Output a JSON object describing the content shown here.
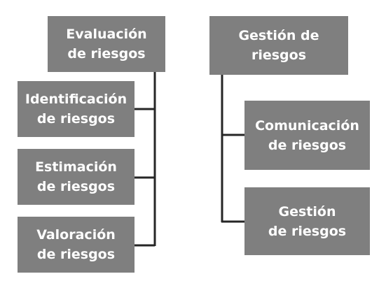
{
  "colors": {
    "box_fill": "#7f7f7f",
    "text": "#ffffff",
    "connector": "#262626"
  },
  "diagram": {
    "left_group": {
      "root": "Evaluación\nde riesgos",
      "children": [
        "Identificación\nde riesgos",
        "Estimación\nde riesgos",
        "Valoración\nde riesgos"
      ]
    },
    "right_group": {
      "root": "Gestión de\nriesgos",
      "children": [
        "Comunicación\nde riesgos",
        "Gestión\nde riesgos"
      ]
    }
  }
}
